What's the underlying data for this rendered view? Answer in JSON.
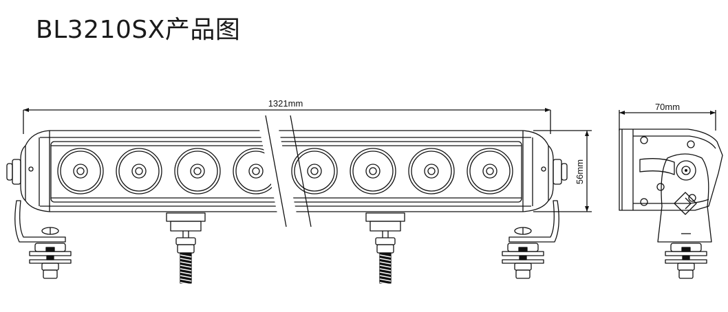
{
  "title": "BL3210SX产品图",
  "dimensions": {
    "length": "1321mm",
    "height": "56mm",
    "depth": "70mm"
  },
  "led_count": 8,
  "colors": {
    "line": "#111111",
    "background": "#ffffff"
  }
}
